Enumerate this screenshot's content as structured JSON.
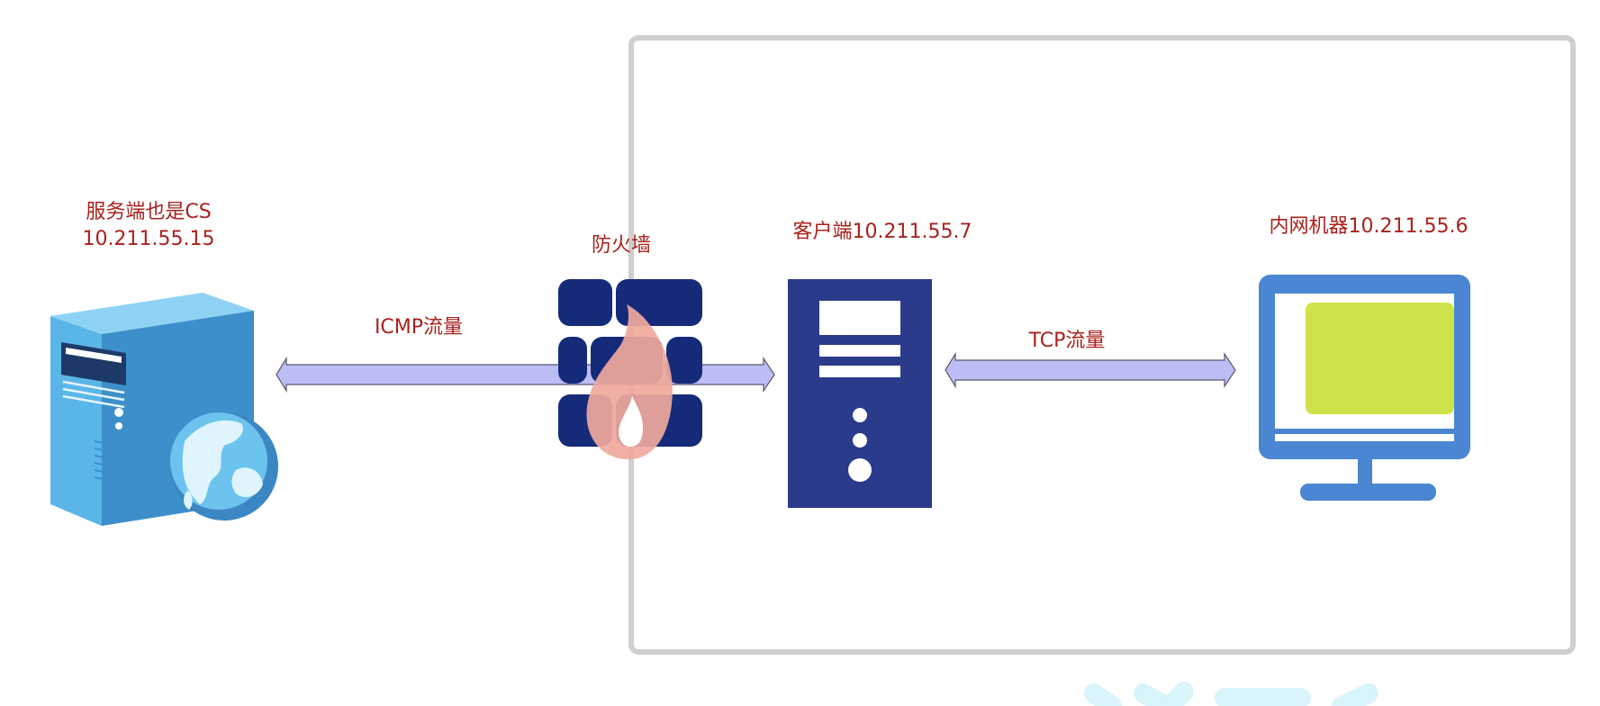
{
  "nodes": {
    "server": {
      "name": "服务端也是CS",
      "ip": "10.211.55.15"
    },
    "firewall": {
      "name": "防火墙"
    },
    "client": {
      "name": "客户端10.211.55.7"
    },
    "intranet": {
      "name": "内网机器10.211.55.6"
    }
  },
  "links": {
    "icmp": {
      "label": "ICMP流量"
    },
    "tcp": {
      "label": "TCP流量"
    }
  },
  "colors": {
    "label_text": "#a8211d",
    "arrow_fill": "#bdbdf6",
    "boundary_stroke": "#cfcfcf",
    "firewall_brick": "#162a7a",
    "firewall_flame": "#f0a99c",
    "client_tower": "#2b3b8c",
    "monitor_frame": "#4a86d1",
    "monitor_screen": "#cfe24a",
    "server_blue": "#5bb6e8",
    "watermark": "#d9f4fb"
  }
}
